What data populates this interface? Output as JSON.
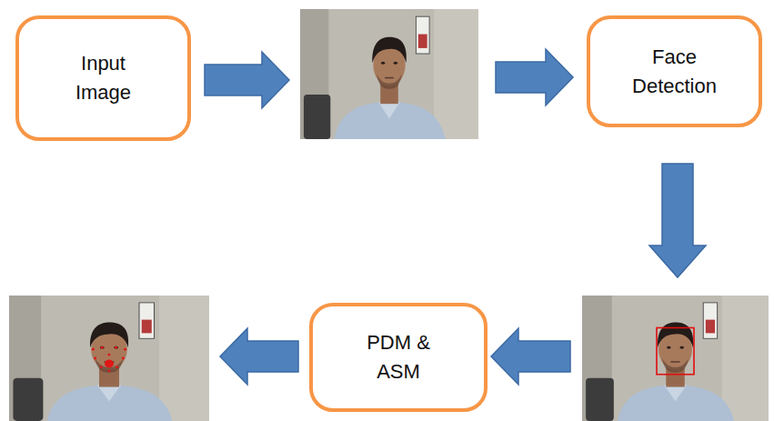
{
  "diagram": {
    "nodes": [
      {
        "text": [
          "Input Image"
        ]
      },
      {
        "text": [
          "Face Detection"
        ]
      },
      {
        "text": [
          "PDM & ASM"
        ]
      }
    ]
  }
}
